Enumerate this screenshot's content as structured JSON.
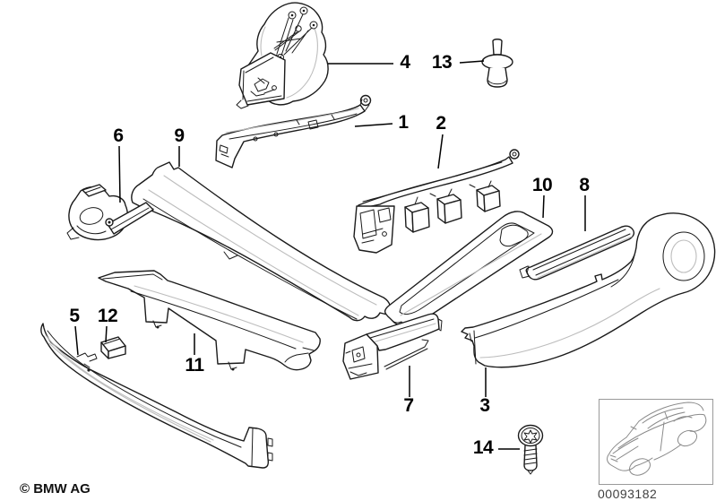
{
  "diagram": {
    "description_present": false,
    "callouts": {
      "c1": "1",
      "c2": "2",
      "c3": "3",
      "c4": "4",
      "c5": "5",
      "c6": "6",
      "c7": "7",
      "c8": "8",
      "c9": "9",
      "c10": "10",
      "c11": "11",
      "c12": "12",
      "c13": "13",
      "c14": "14"
    }
  },
  "footer": {
    "copyright": "© BMW AG",
    "image_number": "00093182"
  },
  "icons": {
    "car": "car-silhouette-icon"
  },
  "colors": {
    "background": "#ffffff",
    "line": "#1b1b1b",
    "highlight_line": "#bdbdbd",
    "frame": "#9a9a9a",
    "car_line": "#8a8a8a",
    "text": "#000000",
    "image_number_text": "#3f3f3f"
  }
}
